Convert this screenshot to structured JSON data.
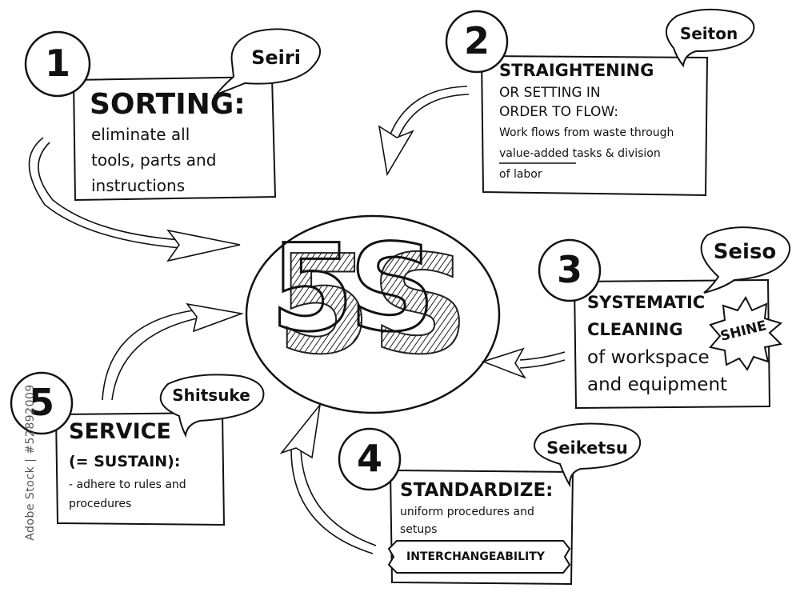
{
  "center": {
    "label": "5S"
  },
  "steps": [
    {
      "number": "1",
      "japanese": "Seiri",
      "title": "SORTING:",
      "body": [
        "eliminate all",
        "tools, parts and",
        "instructions"
      ]
    },
    {
      "number": "2",
      "japanese": "Seiton",
      "title": "STRAIGHTENING",
      "subtitle": [
        "OR SETTING IN",
        "ORDER TO FLOW:"
      ],
      "body": [
        "Work flows from waste through",
        "value-added tasks & division",
        "of labor"
      ]
    },
    {
      "number": "3",
      "japanese": "Seiso",
      "title": [
        "SYSTEMATIC",
        "CLEANING"
      ],
      "body": [
        "of workspace",
        "and equipment"
      ],
      "badge": "SHINE"
    },
    {
      "number": "4",
      "japanese": "Seiketsu",
      "title": "STANDARDIZE:",
      "body": [
        "uniform procedures and",
        "setups"
      ],
      "banner": "INTERCHANGEABILITY"
    },
    {
      "number": "5",
      "japanese": "Shitsuke",
      "title": "SERVICE",
      "subtitle": "(= SUSTAIN):",
      "body": [
        "- adhere to rules and",
        "procedures"
      ]
    }
  ],
  "watermark": "Adobe Stock | #52892009",
  "colors": {
    "ink": "#111111",
    "background": "#ffffff",
    "hatch": "#333333"
  }
}
